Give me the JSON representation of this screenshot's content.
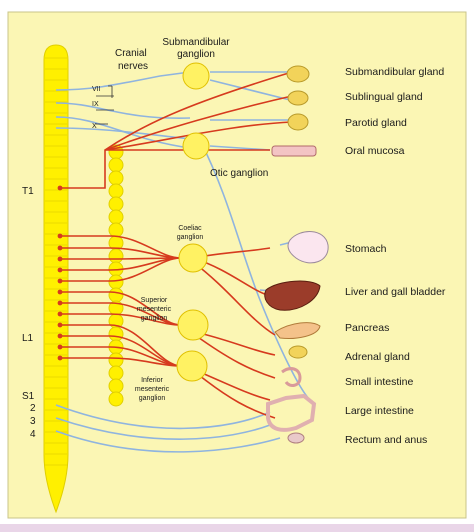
{
  "cranial": {
    "title_line1": "Cranial",
    "title_line2": "nerves",
    "nerve_vii": "VII",
    "nerve_ix": "IX",
    "nerve_x": "X"
  },
  "ganglia": {
    "submandibular_line1": "Submandibular",
    "submandibular_line2": "ganglion",
    "otic": "Otic ganglion",
    "coeliac_line1": "Coeliac",
    "coeliac_line2": "ganglion",
    "superior_line1": "Superior",
    "superior_line2": "mesenteric",
    "superior_line3": "ganglion",
    "inferior_line1": "Inferior",
    "inferior_line2": "mesenteric",
    "inferior_line3": "ganglion"
  },
  "spinal": {
    "t1": "T1",
    "l1": "L1",
    "s1": "S1",
    "s2": "2",
    "s3": "3",
    "s4": "4"
  },
  "organs": {
    "submandibular_gland": "Submandibular gland",
    "sublingual_gland": "Sublingual gland",
    "parotid_gland": "Parotid gland",
    "oral_mucosa": "Oral mucosa",
    "stomach": "Stomach",
    "liver": "Liver and gall bladder",
    "pancreas": "Pancreas",
    "adrenal": "Adrenal gland",
    "small_intestine": "Small intestine",
    "large_intestine": "Large intestine",
    "rectum": "Rectum and anus"
  },
  "colors": {
    "background": "#fbf6b4",
    "spinal_cord": "#fff000",
    "sympathetic_nerve": "#d63a1e",
    "parasympathetic_nerve": "#8fb4df"
  }
}
